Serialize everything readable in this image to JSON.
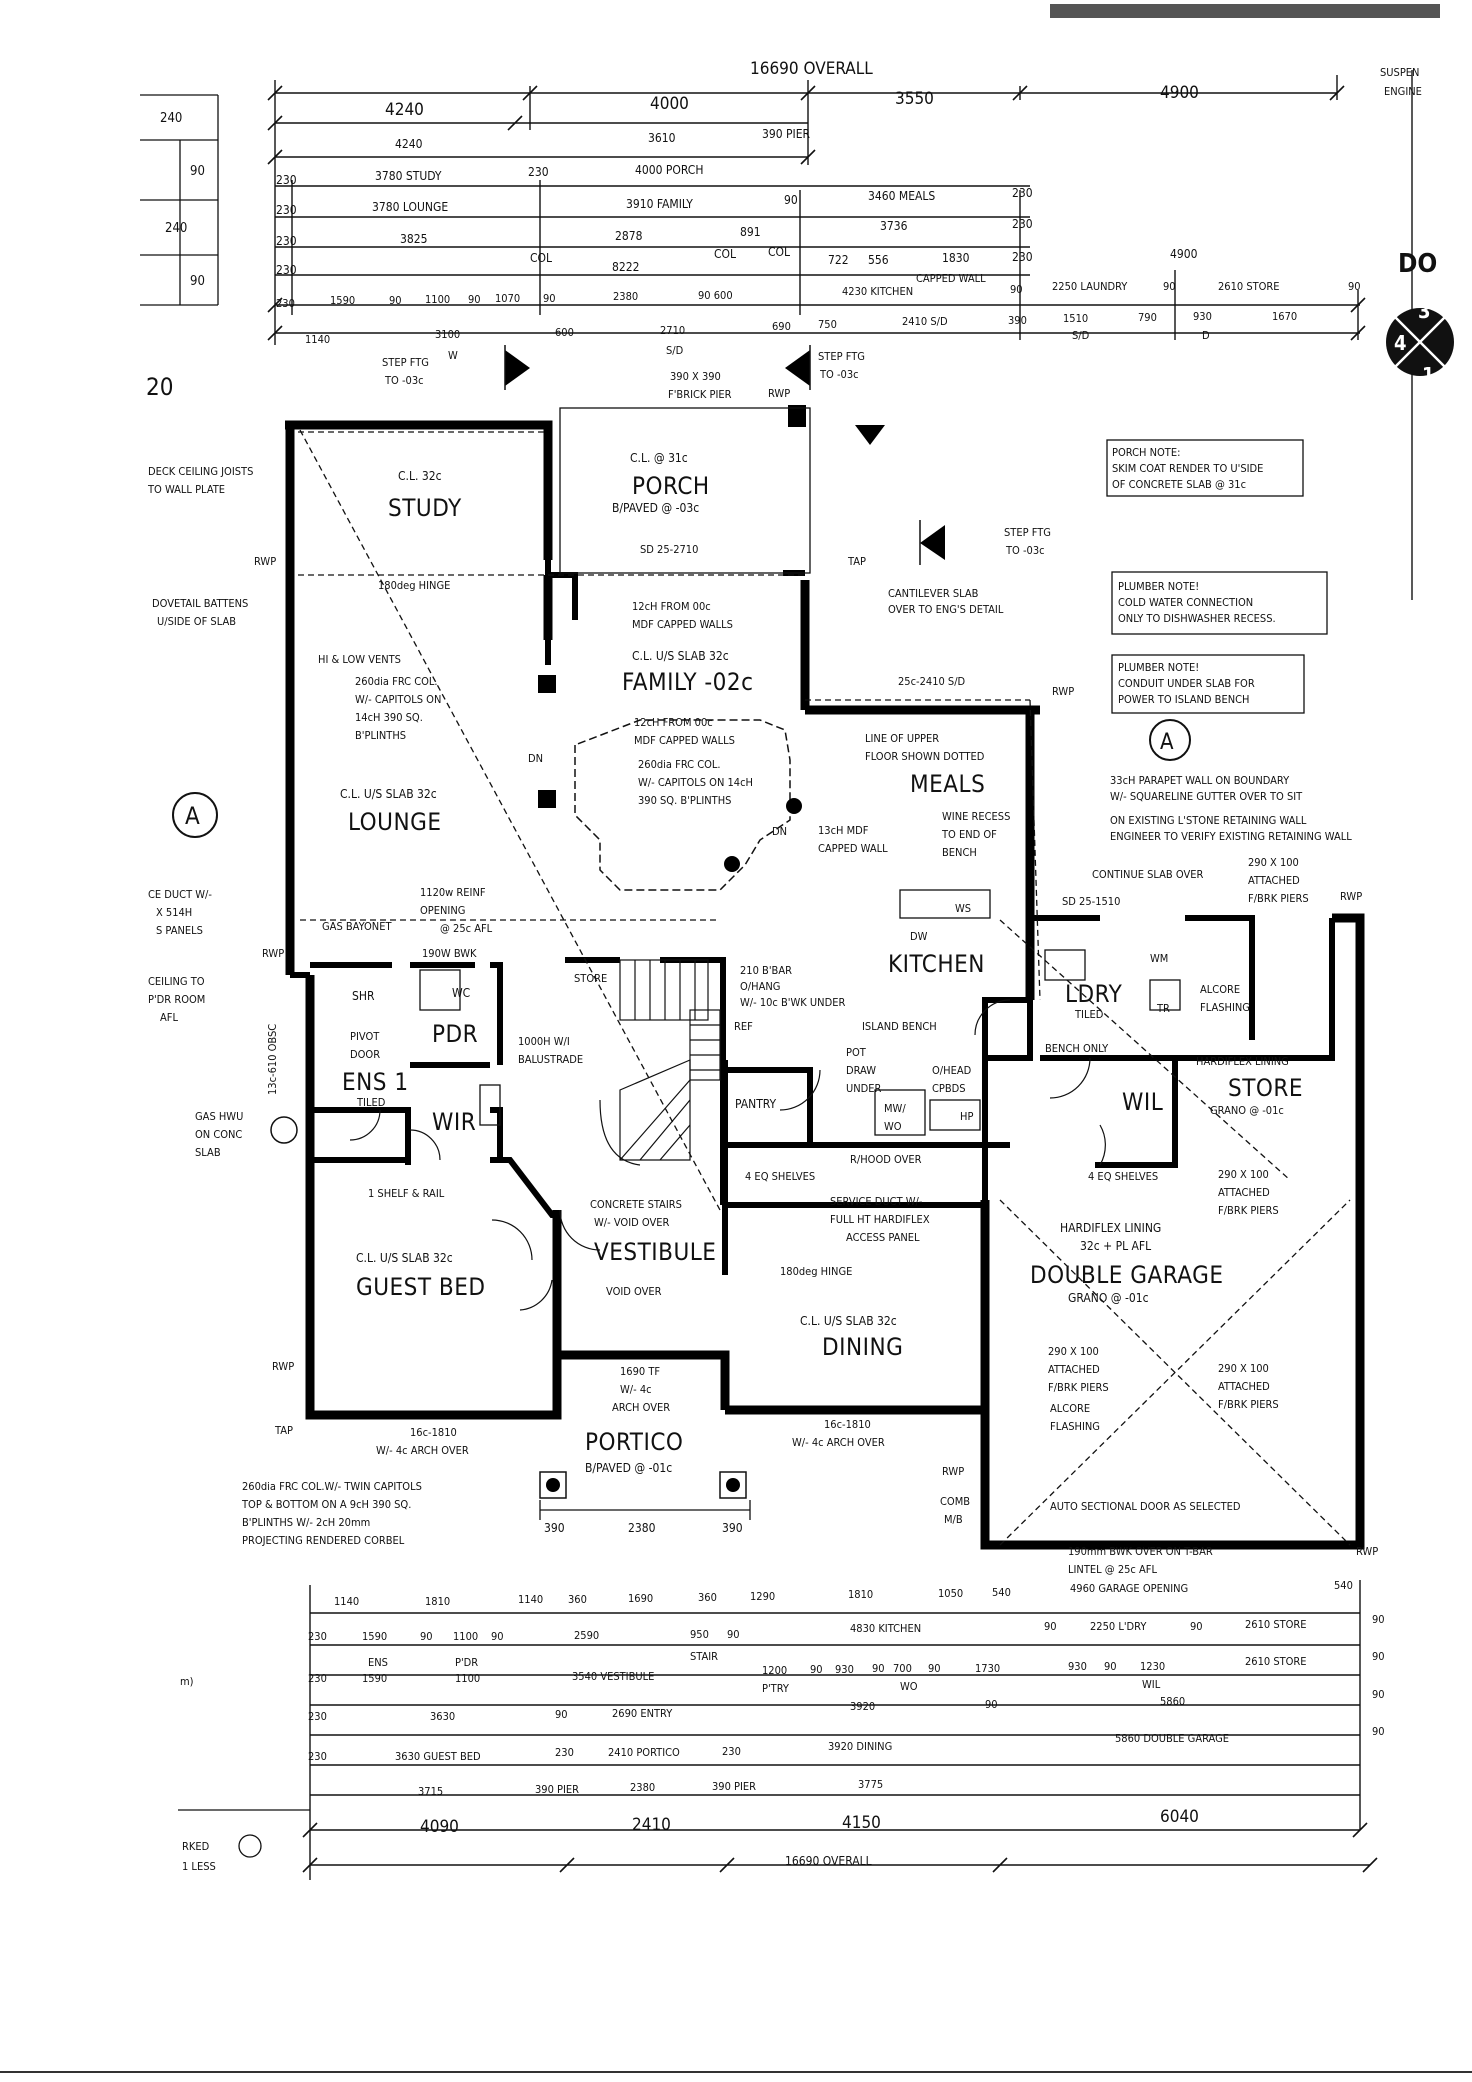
{
  "top_dims": {
    "overall": "16690 OVERALL",
    "row1": [
      "4240",
      "4000",
      "3550",
      "4900"
    ],
    "row2": [
      "4240",
      "3610",
      "390 PIER"
    ],
    "row3": [
      "230",
      "3780 STUDY",
      "230",
      "4000 PORCH"
    ],
    "row4": [
      "230",
      "3780 LOUNGE",
      "3910 FAMILY",
      "90",
      "3460 MEALS",
      "230"
    ],
    "row5": [
      "230",
      "3825",
      "COL",
      "2878",
      "891",
      "COL",
      "COL",
      "3736",
      "230"
    ],
    "row6": [
      "230",
      "8222",
      "722",
      "556",
      "1830",
      "230",
      "4900"
    ],
    "row7": [
      "230",
      "1590",
      "90",
      "1100",
      "90",
      "1070",
      "90",
      "2380",
      "90 600",
      "4230 KITCHEN",
      "CAPPED WALL",
      "90",
      "2250 LAUNDRY",
      "90",
      "2610 STORE",
      "90"
    ],
    "row8": [
      "1140",
      "3100",
      "600",
      "2710",
      "690",
      "750",
      "2410 S/D",
      "390",
      "1510",
      "790",
      "930",
      "1670"
    ],
    "row8b": [
      "W",
      "S/D",
      "S/D",
      "D"
    ]
  },
  "left_margin": [
    "240",
    "90",
    "240",
    "90",
    "20"
  ],
  "right_margin": [
    "SUSPEN",
    "ENGINE",
    "DO"
  ],
  "section_marker": {
    "top": "3",
    "left": "4",
    "right": "1"
  },
  "rooms": {
    "study": {
      "cl": "C.L. 32c",
      "name": "STUDY"
    },
    "porch": {
      "cl": "C.L. @ 31c",
      "name": "PORCH",
      "finish": "B/PAVED @ -03c"
    },
    "family": {
      "cl": "C.L. U/S SLAB 32c",
      "name": "FAMILY -02c"
    },
    "lounge": {
      "cl": "C.L. U/S SLAB 32c",
      "name": "LOUNGE"
    },
    "meals": {
      "name": "MEALS"
    },
    "kitchen": {
      "name": "KITCHEN"
    },
    "ldry": {
      "name": "LDRY",
      "sub": "TILED"
    },
    "store": {
      "name": "STORE",
      "sub": "GRANO @ -01c"
    },
    "wil": {
      "name": "WIL"
    },
    "pdr": {
      "name": "PDR"
    },
    "ens": {
      "name": "ENS 1",
      "sub": "TILED"
    },
    "wir": {
      "name": "WIR"
    },
    "vestibule": {
      "name": "VESTIBULE"
    },
    "guest": {
      "cl": "C.L. U/S SLAB 32c",
      "name": "GUEST BED"
    },
    "dining": {
      "cl": "C.L. U/S SLAB 32c",
      "name": "DINING"
    },
    "portico": {
      "name": "PORTICO",
      "finish": "B/PAVED @ -01c"
    },
    "garage": {
      "lining": "HARDIFLEX LINING",
      "lining2": "32c + PL AFL",
      "name": "DOUBLE GARAGE",
      "sub": "GRANO @ -01c"
    },
    "pantry": {
      "name": "PANTRY"
    },
    "shr": {
      "name": "SHR"
    },
    "wc": {
      "name": "WC"
    }
  },
  "notes": {
    "porch_note": [
      "PORCH NOTE:",
      "SKIM COAT RENDER TO U'SIDE",
      "OF CONCRETE SLAB @ 31c"
    ],
    "plumber1": [
      "PLUMBER NOTE!",
      "COLD WATER CONNECTION",
      "ONLY TO DISHWASHER RECESS."
    ],
    "plumber2": [
      "PLUMBER NOTE!",
      "CONDUIT UNDER SLAB FOR",
      "POWER TO ISLAND BENCH"
    ],
    "parapet": [
      "33cH PARAPET WALL ON BOUNDARY",
      "W/- SQUARELINE GUTTER OVER TO SIT",
      "ON EXISTING L'STONE RETAINING WALL",
      "ENGINEER TO VERIFY EXISTING RETAINING WALL"
    ],
    "cantilever": [
      "CANTILEVER SLAB",
      "OVER TO ENG'S DETAIL"
    ],
    "step_ftg_left": [
      "STEP FTG",
      "TO -03c"
    ],
    "step_ftg_mid": [
      "STEP FTG",
      "TO -03c"
    ],
    "step_ftg_right": [
      "STEP FTG",
      "TO -03c"
    ],
    "brick_pier": [
      "390 X 390",
      "F'BRICK PIER"
    ],
    "deck_joists": [
      "DECK CEILING JOISTS",
      "TO WALL PLATE"
    ],
    "dovetail": [
      "DOVETAIL BATTENS",
      "U/SIDE OF SLAB"
    ],
    "capped1": [
      "12cH FROM 00c",
      "MDF CAPPED WALLS"
    ],
    "capped2": [
      "12cH FROM 00c",
      "MDF CAPPED WALLS"
    ],
    "frc_col": [
      "260dia FRC COL.",
      "W/- CAPITOLS ON",
      "14cH 390 SQ.",
      "B'PLINTHS"
    ],
    "frc_col2": [
      "260dia FRC COL.",
      "W/- CAPITOLS ON 14cH",
      "390 SQ. B'PLINTHS"
    ],
    "upper_floor": [
      "LINE OF UPPER",
      "FLOOR SHOWN DOTTED"
    ],
    "wine": [
      "WINE RECESS",
      "TO END OF",
      "BENCH"
    ],
    "mdf_wall": [
      "13cH MDF",
      "CAPPED WALL"
    ],
    "continue_slab": "CONTINUE SLAB OVER",
    "sd_25_1510": "SD 25-1510",
    "attached1": [
      "290 X 100",
      "ATTACHED",
      "F/BRK PIERS"
    ],
    "attached2": [
      "290 X 100",
      "ATTACHED",
      "F/BRK PIERS"
    ],
    "attached3": [
      "290 X 100",
      "ATTACHED",
      "F/BRK PIERS"
    ],
    "attached4": [
      "290 X 100",
      "ATTACHED",
      "F/BRK PIERS"
    ],
    "alcore1": [
      "ALCORE",
      "FLASHING"
    ],
    "alcore2": [
      "ALCORE",
      "FLASHING"
    ],
    "hardiflex": "HARDIFLEX LINING",
    "service_duct": [
      "SERVICE DUCT W/-",
      "FULL HT HARDIFLEX",
      "ACCESS PANEL"
    ],
    "bbar": [
      "210 B'BAR",
      "O/HANG",
      "W/- 10c B'WK UNDER"
    ],
    "island": "ISLAND BENCH",
    "pot": [
      "POT",
      "DRAW",
      "UNDER"
    ],
    "ohead": [
      "O/HEAD",
      "CPBDS"
    ],
    "rhood": "R/HOOD OVER",
    "bench_only": "BENCH ONLY",
    "eq_shelves1": "4 EQ SHELVES",
    "eq_shelves2": "4 EQ SHELVES",
    "balustrade": [
      "1000H W/I",
      "BALUSTRADE"
    ],
    "stairs": [
      "CONCRETE STAIRS",
      "W/- VOID OVER"
    ],
    "void_over": "VOID OVER",
    "reine": [
      "1120w REINF",
      "OPENING",
      "@ 25c AFL"
    ],
    "bwk": "190W BWK",
    "gas_bayonet": "GAS BAYONET",
    "hi_lo": "HI & LOW VENTS",
    "hinge1": "180deg HINGE",
    "hinge2": "180deg HINGE",
    "pivot": [
      "PIVOT",
      "DOOR"
    ],
    "shelf_rail": "1 SHELF & RAIL",
    "arch_over1": [
      "16c-1810",
      "W/- 4c ARCH OVER"
    ],
    "arch_over2": [
      "16c-1810",
      "W/- 4c ARCH OVER"
    ],
    "tf": [
      "1690 TF",
      "W/- 4c",
      "ARCH OVER"
    ],
    "portico_col": [
      "260dia FRC COL.W/- TWIN CAPITOLS",
      "TOP & BOTTOM ON A 9cH 390 SQ.",
      "B'PLINTHS W/- 2cH 20mm",
      "PROJECTING RENDERED CORBEL"
    ],
    "sectional": "AUTO SECTIONAL DOOR AS SELECTED",
    "bwk_over": [
      "190mm BWK OVER ON T-BAR",
      "LINTEL @ 25c AFL"
    ],
    "garage_opening": "4960 GARAGE OPENING",
    "gas_hwu": [
      "GAS HWU",
      "ON CONC",
      "SLAB"
    ],
    "ce_duct": [
      "CE DUCT W/-",
      "X 514H",
      "S PANELS"
    ],
    "ceiling_pdr": [
      "CEILING TO",
      "P'DR ROOM",
      "AFL"
    ],
    "obsc": "13c-610 OBSC",
    "rwp": "RWP",
    "tap": "TAP",
    "sd_2710": "SD 25-2710",
    "sd_2410": "25c-2410 S/D",
    "ref": "REF",
    "store2": "STORE",
    "dw": "DW",
    "mwwo": [
      "MW/",
      "WO"
    ],
    "hp": "HP",
    "comb": [
      "COMB",
      "M/B"
    ],
    "wm": "WM",
    "tr": "TR",
    "ws": "WS",
    "dn": "DN"
  },
  "bottom_dims": {
    "row1": [
      "1140",
      "1810",
      "1140",
      "360",
      "1690",
      "360",
      "1290",
      "1810",
      "1050",
      "540",
      "540"
    ],
    "row2": [
      "230",
      "1590",
      "90",
      "1100",
      "90",
      "2590",
      "950",
      "90",
      "4830 KITCHEN",
      "90",
      "2250 L'DRY",
      "90",
      "2610 STORE",
      "90"
    ],
    "row3": [
      "230",
      "1590",
      "1100",
      "3540 VESTIBULE",
      "1200",
      "90",
      "930",
      "90",
      "700",
      "90",
      "1730",
      "930",
      "90",
      "1230",
      "2610 STORE",
      "90"
    ],
    "row3_labels": [
      "ENS",
      "P'DR",
      "STAIR",
      "P'TRY",
      "WO",
      "WIL"
    ],
    "row4": [
      "230",
      "3630",
      "90",
      "2690 ENTRY",
      "3920",
      "90",
      "5860",
      "90"
    ],
    "row5": [
      "230",
      "3630 GUEST BED",
      "230",
      "2410 PORTICO",
      "230",
      "3920 DINING",
      "5860 DOUBLE GARAGE",
      "90"
    ],
    "row6": [
      "3715",
      "390 PIER",
      "2380",
      "390 PIER",
      "3775"
    ],
    "row7": [
      "4090",
      "2410",
      "4150",
      "6040"
    ],
    "overall": "16690 OVERALL"
  },
  "bottom_left": [
    "RKED",
    "1 LESS",
    "m)"
  ],
  "portico_dims": [
    "390",
    "2380",
    "390"
  ]
}
